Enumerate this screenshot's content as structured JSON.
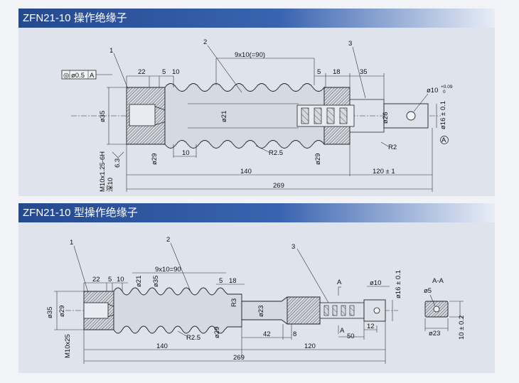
{
  "header1": {
    "title": "ZFN21-10 操作绝缘子"
  },
  "header2": {
    "title": "ZFN21-10 型操作绝缘子"
  },
  "drawing1": {
    "callouts": [
      "1",
      "2",
      "3"
    ],
    "tolerance_frame": [
      "◎",
      "ø0.5",
      "A"
    ],
    "dims": {
      "d22": "22",
      "d5a": "5",
      "d10a": "10",
      "pitch": "9x10(=90)",
      "d5b": "5",
      "d18": "18",
      "d35r": "35",
      "hole": "ø10",
      "hole_tol_up": "+0.09",
      "hole_tol_lo": "0",
      "d35": "ø35",
      "d21": "ø21",
      "d26": "ø26",
      "d16": "ø16 ± 0.1",
      "datum": "A",
      "d29a": "ø29",
      "d10b": "10",
      "r25": "R2.5",
      "d29b": "ø29",
      "r2": "R2",
      "d140": "140",
      "d120": "120 ± 1",
      "d269": "269",
      "thread": "M10x1.25-6H",
      "depth": "深10",
      "rough": "6.3"
    }
  },
  "drawing2": {
    "callouts": [
      "1",
      "2",
      "3"
    ],
    "dims": {
      "d22": "22",
      "d5a": "5",
      "d10a": "10",
      "pitch": "9x10=90",
      "d5b": "5",
      "d18": "18",
      "d35": "ø35",
      "d29": "ø29",
      "d21": "ø21",
      "d35b": "ø35",
      "r3": "R3",
      "d23": "ø23",
      "d10": "ø10",
      "d16": "ø16 ± 0.1",
      "sectA": "A",
      "d29b": "ø29",
      "r25": "R2.5",
      "d42": "42",
      "d8": "8",
      "d50": "50",
      "d12": "12",
      "d140": "140",
      "d120": "120",
      "d269": "269",
      "thread": "M10x25",
      "section_title": "A-A",
      "sd5": "ø5",
      "sd23": "ø23",
      "sd10": "10 ± 0.2"
    }
  }
}
